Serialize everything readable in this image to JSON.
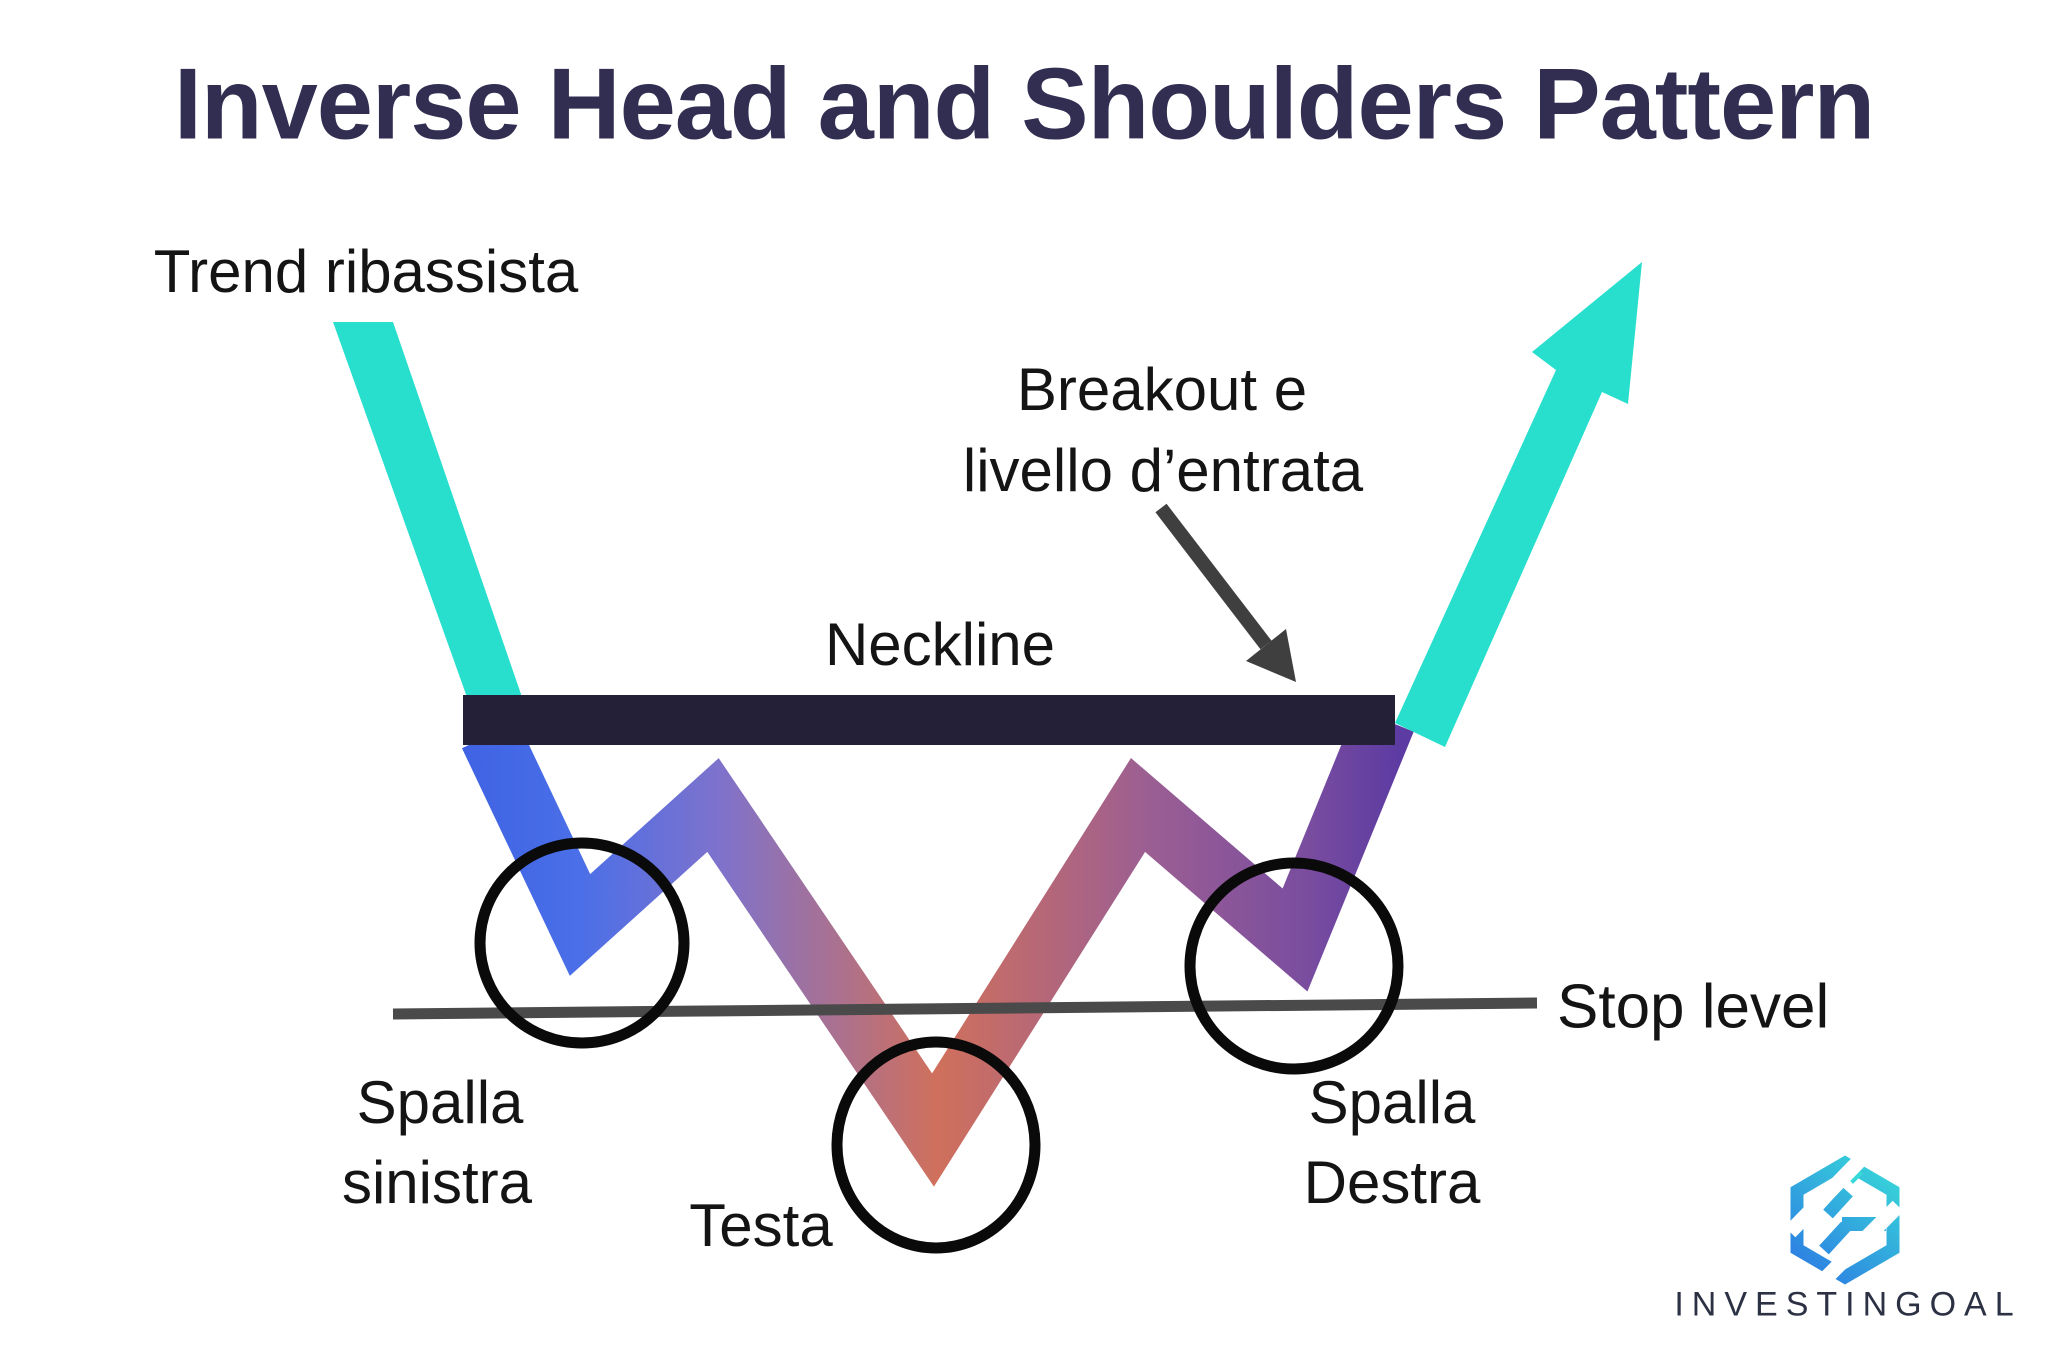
{
  "title": "Inverse Head and Shoulders Pattern",
  "annotations": {
    "downtrend": "Trend ribassista",
    "breakout_line1": "Breakout e",
    "breakout_line2": "livello d’entrata",
    "neckline": "Neckline",
    "stop_level": "Stop level",
    "left_shoulder_line1": "Spalla",
    "left_shoulder_line2": "sinistra",
    "head": "Testa",
    "right_shoulder_line1": "Spalla",
    "right_shoulder_line2": "Destra"
  },
  "logo": {
    "wordmark": "INVESTINGOAL"
  },
  "colors": {
    "title_color": "#312E52",
    "label_color": "#141414",
    "teal": "#28DFCE",
    "neckline_bar": "#242038",
    "stop_line": "#4A4A4A",
    "circle_stroke": "#0A0A0A",
    "annotation_arrow": "#3F3F3F",
    "zig0": "#3E62E3",
    "zig1": "#4A6FE8",
    "zig2": "#7E72CC",
    "zig3": "#D0705C",
    "zig4": "#9C5F92",
    "zig5": "#7A4D9F",
    "zig6": "#5C3BA2",
    "logo_grad_start": "#38D9D8",
    "logo_grad_end": "#2C79E3",
    "logo_text": "#2C3144"
  }
}
